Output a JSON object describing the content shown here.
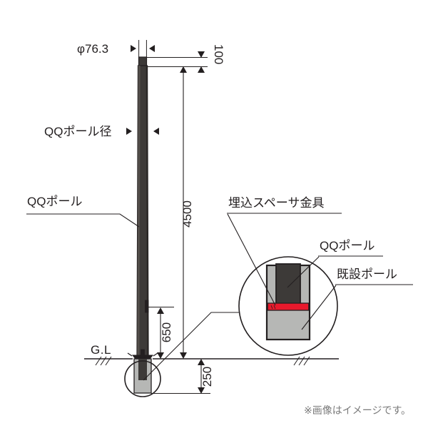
{
  "figure": {
    "title_note": "※画像はイメージです。",
    "colors": {
      "pole_dark": "#3d3a38",
      "pole_dark_edge": "#57524e",
      "existing_pole_gray": "#b6b7b5",
      "spacer_red": "#e8192c",
      "line": "#231f20",
      "note_gray": "#7a7a7a",
      "background": "#ffffff"
    }
  },
  "labels": {
    "diameter": "φ76.3",
    "qq_pole_diameter": "QQポール径",
    "qq_pole": "QQポール",
    "ground_level": "G.L",
    "spacer_fitting": "埋込スペーサ金具",
    "detail_qq_pole": "QQポール",
    "existing_pole": "既設ポール"
  },
  "dimensions": {
    "top_100": "100",
    "total_4500": "4500",
    "above_ground_650": "650",
    "below_ground_250": "250"
  },
  "detail": {
    "callout_name": "embedded-spacer-detail-circle"
  }
}
